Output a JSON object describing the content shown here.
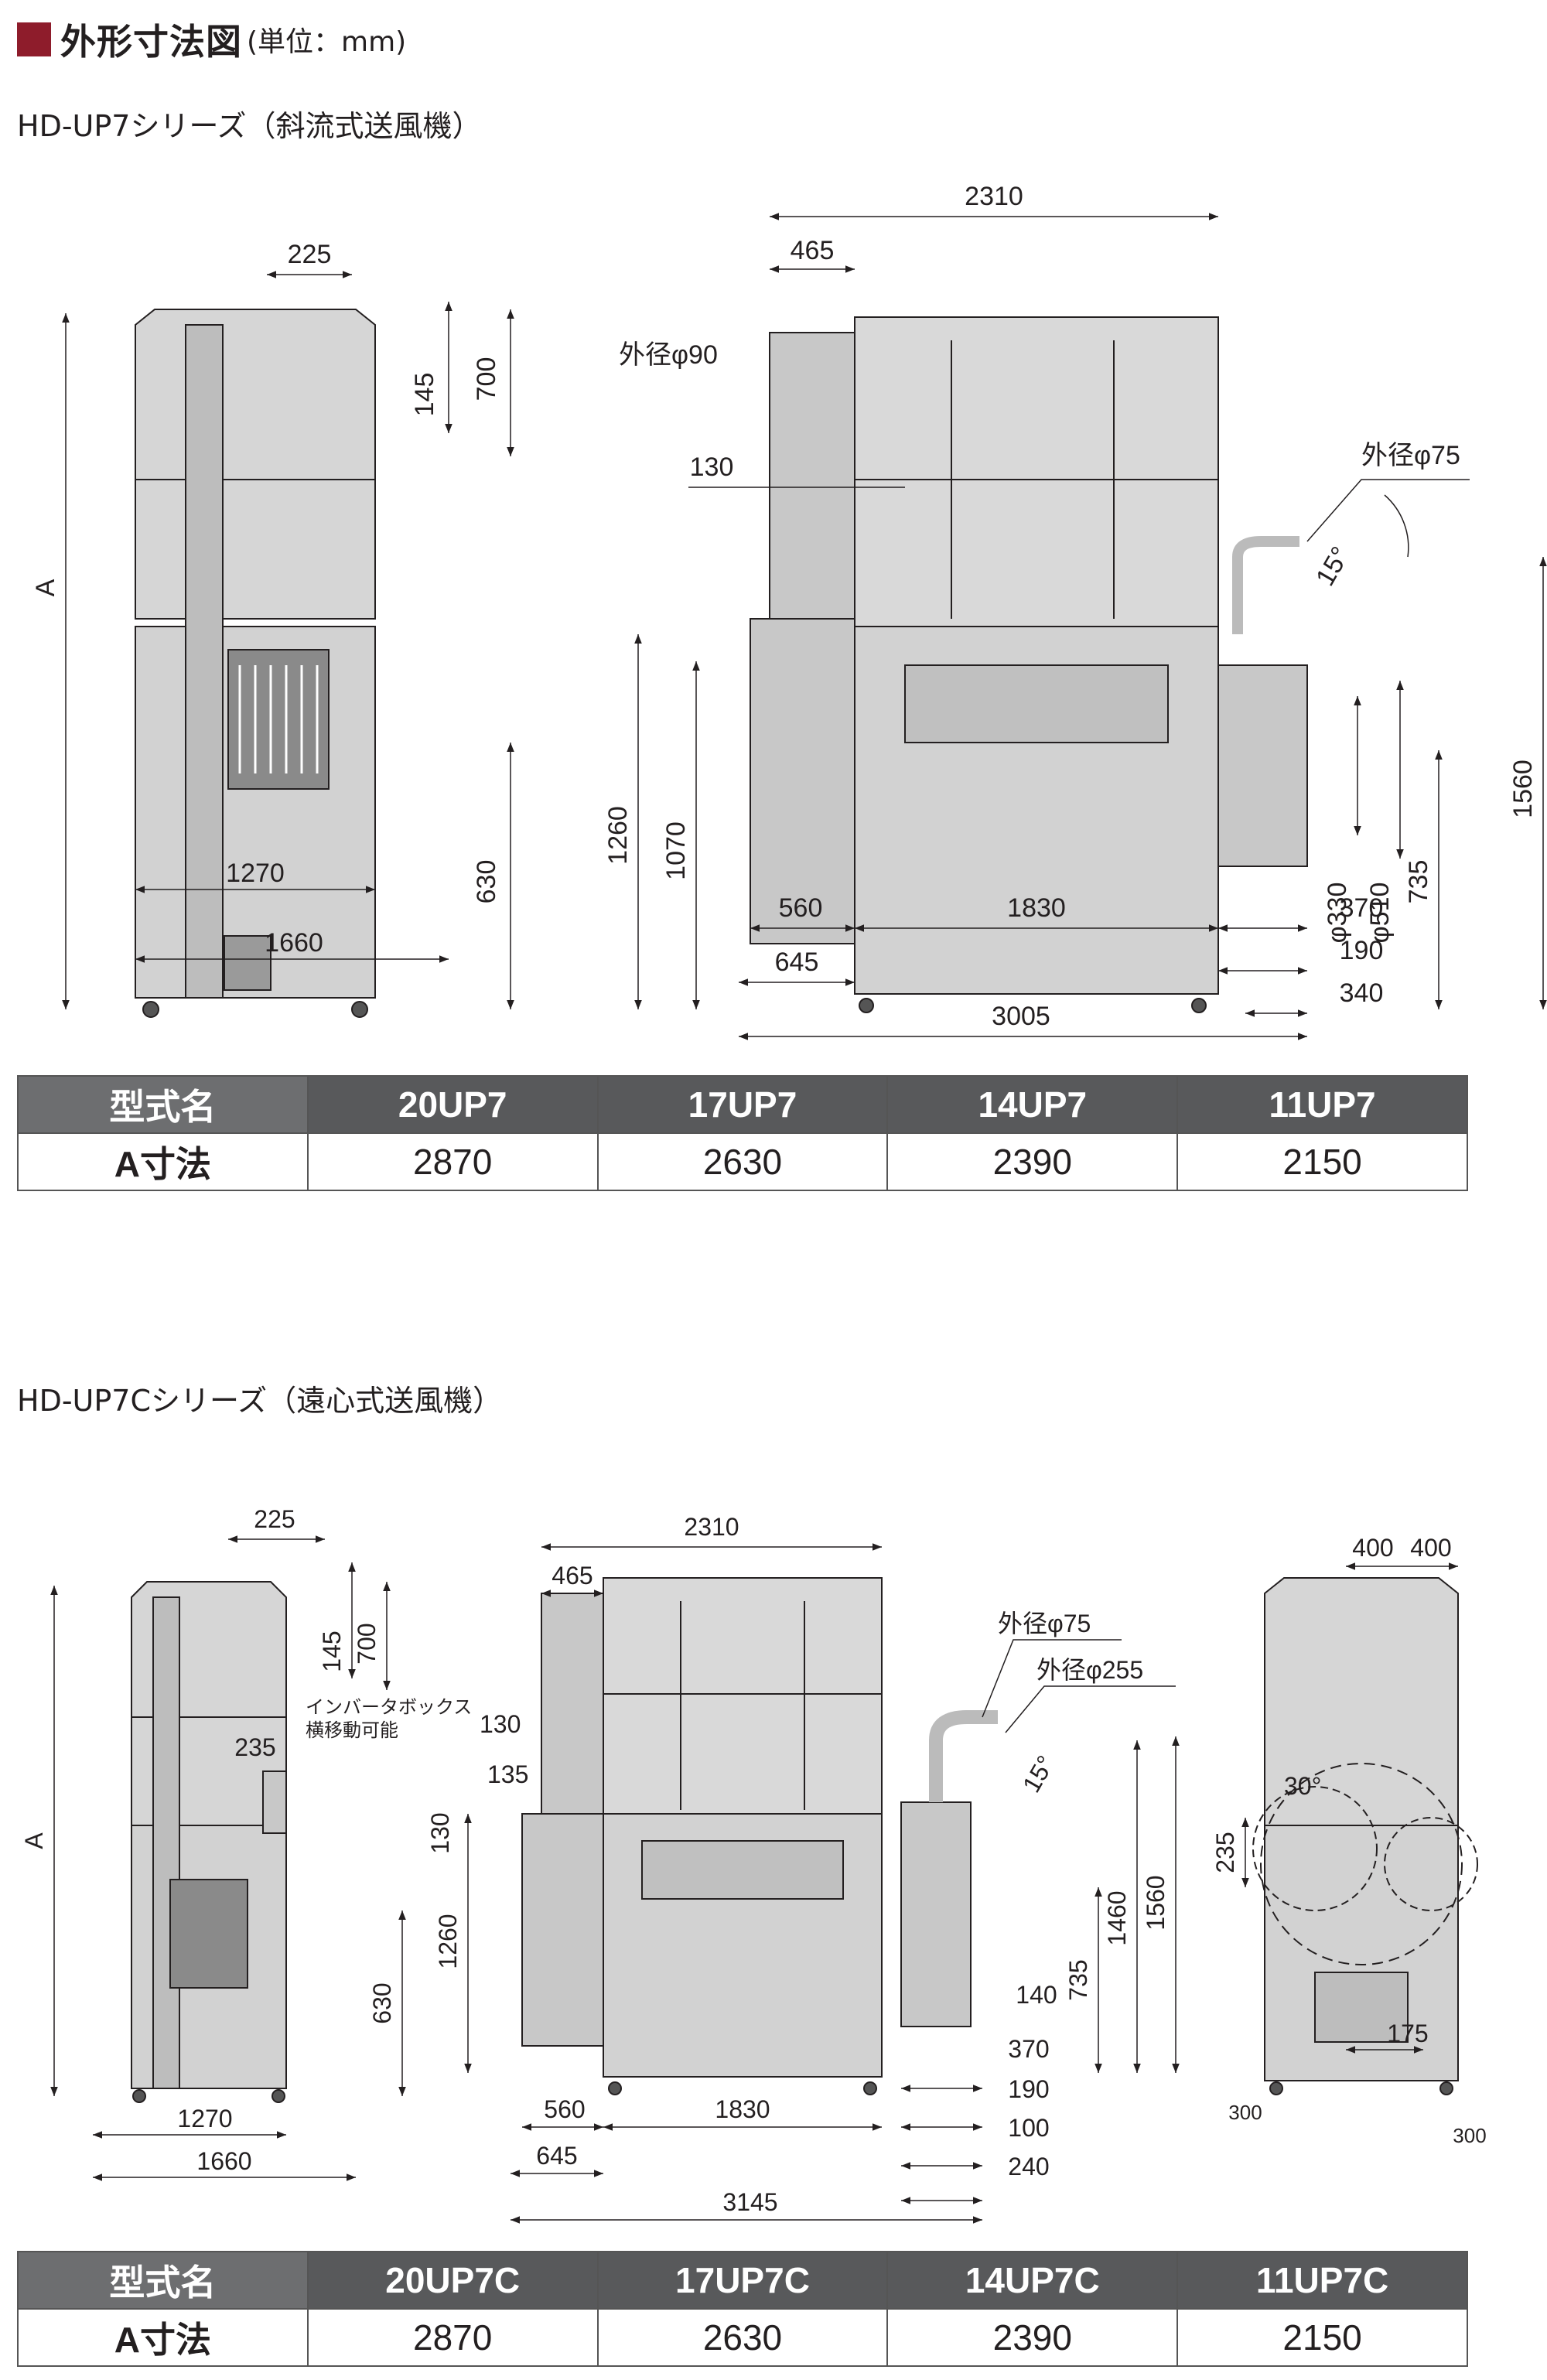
{
  "header": {
    "title": "外形寸法図",
    "unit": "(単位：mm)"
  },
  "section1": {
    "series": "HD-UP7シリーズ（斜流式送風機）",
    "dims": {
      "d225": "225",
      "d145": "145",
      "d700": "700",
      "dA": "A",
      "d630": "630",
      "d1270": "1270",
      "d1660": "1660",
      "d2310": "2310",
      "d465": "465",
      "dia90": "外径φ90",
      "d130": "130",
      "dia75": "外径φ75",
      "deg15": "15°",
      "d1260": "1260",
      "d1070": "1070",
      "d1560": "1560",
      "d735": "735",
      "dia330": "φ330",
      "dia510": "φ510",
      "d560": "560",
      "d1830": "1830",
      "d370": "370",
      "d190": "190",
      "d645": "645",
      "d340": "340",
      "d3005": "3005"
    },
    "table": {
      "header": [
        "型式名",
        "20UP7",
        "17UP7",
        "14UP7",
        "11UP7"
      ],
      "row": [
        "A寸法",
        "2870",
        "2630",
        "2390",
        "2150"
      ]
    }
  },
  "section2": {
    "series": "HD-UP7Cシリーズ（遠心式送風機）",
    "dims": {
      "d225": "225",
      "d145": "145",
      "d700": "700",
      "dA": "A",
      "d235a": "235",
      "inverter1": "インバータボックス",
      "inverter2": "横移動可能",
      "d630": "630",
      "d1270": "1270",
      "d1660": "1660",
      "d2310": "2310",
      "d465": "465",
      "d130a": "130",
      "d135": "135",
      "d130b": "130",
      "dia75": "外径φ75",
      "dia255": "外径φ255",
      "deg15": "15°",
      "d1260": "1260",
      "d1460": "1460",
      "d1560": "1560",
      "d735": "735",
      "d140": "140",
      "d560": "560",
      "d1830": "1830",
      "d370": "370",
      "d190": "190",
      "d645": "645",
      "d100": "100",
      "d240": "240",
      "d3145": "3145",
      "d400a": "400",
      "d400b": "400",
      "deg30": "30°",
      "d235b": "235",
      "d175": "175",
      "d300a": "300",
      "d300b": "300"
    },
    "table": {
      "header": [
        "型式名",
        "20UP7C",
        "17UP7C",
        "14UP7C",
        "11UP7C"
      ],
      "row": [
        "A寸法",
        "2870",
        "2630",
        "2390",
        "2150"
      ]
    }
  }
}
